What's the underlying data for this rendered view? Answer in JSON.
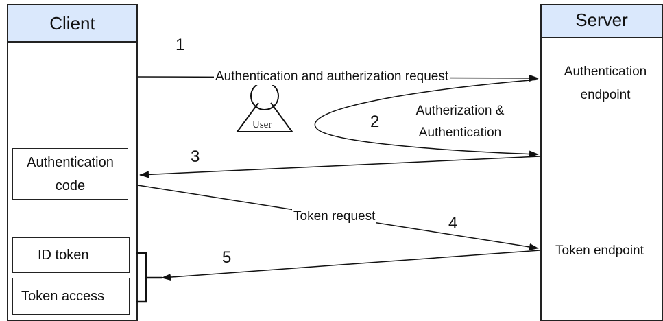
{
  "client": {
    "title": "Client",
    "auth_code_box": "Authentication\ncode",
    "id_token_box": "ID token",
    "token_access_box": "Token access"
  },
  "server": {
    "title": "Server",
    "auth_endpoint": "Authentication\nendpoint",
    "token_endpoint": "Token endpoint"
  },
  "steps": {
    "s1": "1",
    "s2": "2",
    "s3": "3",
    "s4": "4",
    "s5": "5"
  },
  "messages": {
    "auth_request": "Authentication and autherization request",
    "autherization": "Autherization &\nAuthentication",
    "token_request": "Token request"
  },
  "user_label": "User"
}
